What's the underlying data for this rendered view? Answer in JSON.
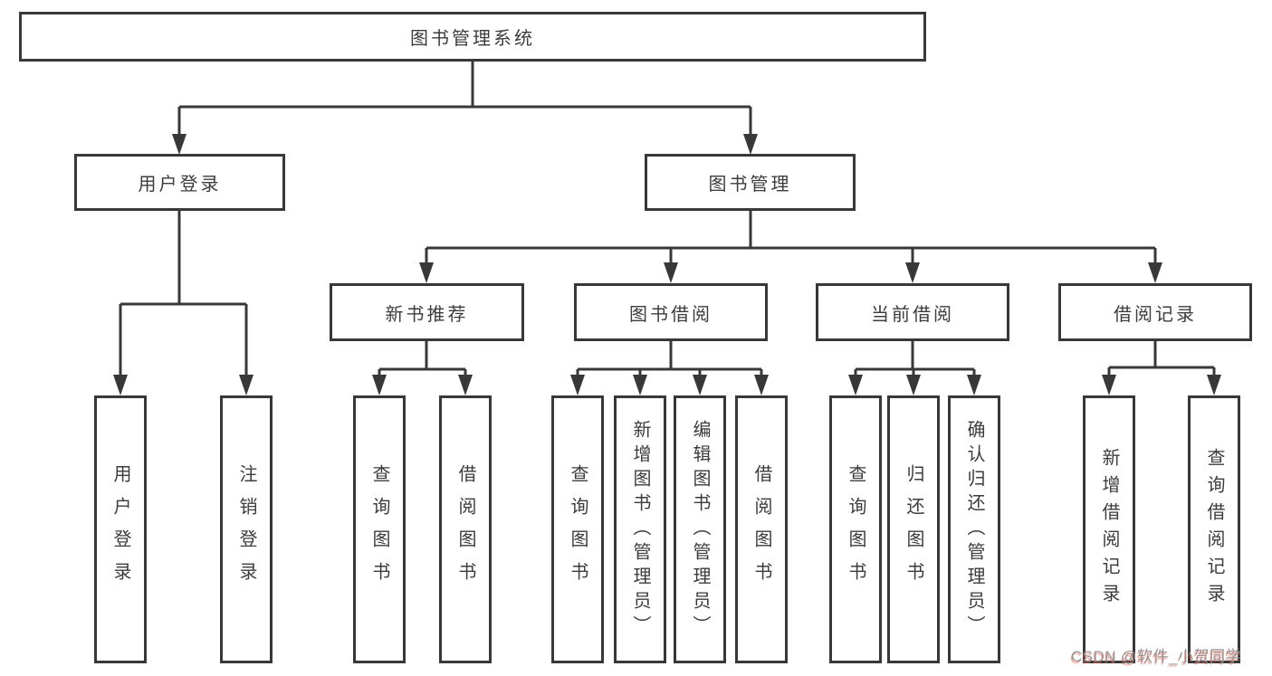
{
  "page": {
    "background_color": "#ffffff"
  },
  "colors": {
    "line": "#383838",
    "box_border": "#383838",
    "box_background": "#ffffff",
    "text": "#3c3c3c",
    "watermark_gray": "#949494",
    "watermark_accent": "#f25a46"
  },
  "diagram": {
    "root": {
      "label": "图书管理系统"
    },
    "branches": [
      {
        "label": "用户登录",
        "children": [
          {
            "label": "用户登录"
          },
          {
            "label": "注销登录"
          }
        ]
      },
      {
        "label": "图书管理",
        "children": [
          {
            "label": "新书推荐",
            "children": [
              {
                "label": "查询图书"
              },
              {
                "label": "借阅图书"
              }
            ]
          },
          {
            "label": "图书借阅",
            "children": [
              {
                "label": "查询图书"
              },
              {
                "label": "新增图书（管理员）"
              },
              {
                "label": "编辑图书（管理员）"
              },
              {
                "label": "借阅图书"
              }
            ]
          },
          {
            "label": "当前借阅",
            "children": [
              {
                "label": "查询图书"
              },
              {
                "label": "归还图书"
              },
              {
                "label": "确认归还（管理员）"
              }
            ]
          },
          {
            "label": "借阅记录",
            "children": [
              {
                "label": "新增借阅记录"
              },
              {
                "label": "查询借阅记录"
              }
            ]
          }
        ]
      }
    ]
  },
  "watermark": {
    "text": "CSDN @软件_小贺同学"
  }
}
